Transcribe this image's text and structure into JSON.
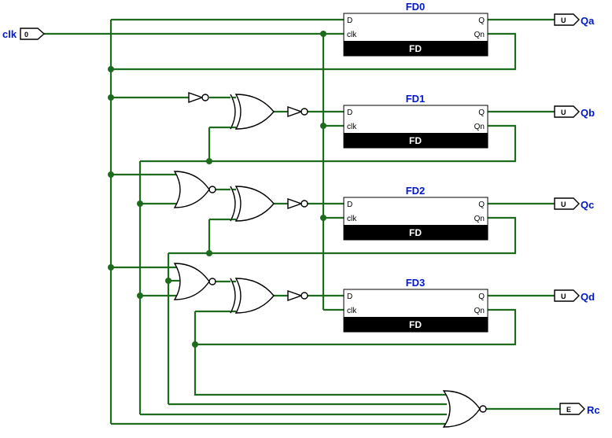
{
  "input": {
    "label": "clk",
    "glyph": "0"
  },
  "flipflops": [
    {
      "name": "FD0",
      "pin_d": "D",
      "pin_clk": "clk",
      "pin_q": "Q",
      "pin_qn": "Qn",
      "body": "FD"
    },
    {
      "name": "FD1",
      "pin_d": "D",
      "pin_clk": "clk",
      "pin_q": "Q",
      "pin_qn": "Qn",
      "body": "FD"
    },
    {
      "name": "FD2",
      "pin_d": "D",
      "pin_clk": "clk",
      "pin_q": "Q",
      "pin_qn": "Qn",
      "body": "FD"
    },
    {
      "name": "FD3",
      "pin_d": "D",
      "pin_clk": "clk",
      "pin_q": "Q",
      "pin_qn": "Qn",
      "body": "FD"
    }
  ],
  "outputs": [
    {
      "label": "Qa",
      "glyph": "U"
    },
    {
      "label": "Qb",
      "glyph": "U"
    },
    {
      "label": "Qc",
      "glyph": "U"
    },
    {
      "label": "Qd",
      "glyph": "U"
    },
    {
      "label": "Rc",
      "glyph": "E"
    }
  ],
  "colors": {
    "wire": "#1d6b1d",
    "label": "#0018c8",
    "block_fill": "#000000"
  }
}
